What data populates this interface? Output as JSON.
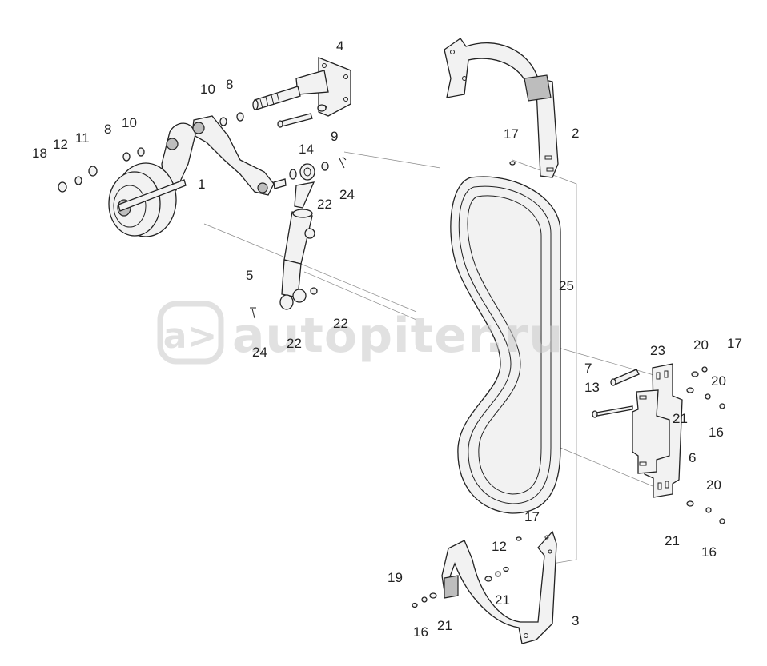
{
  "labels": {
    "l1": "1",
    "l2": "2",
    "l3": "3",
    "l4": "4",
    "l5": "5",
    "l6": "6",
    "l7": "7",
    "l8a": "8",
    "l8b": "8",
    "l9": "9",
    "l10a": "10",
    "l10b": "10",
    "l11": "11",
    "l12a": "12",
    "l12b": "12",
    "l13": "13",
    "l14": "14",
    "l16a": "16",
    "l16b": "16",
    "l16c": "16",
    "l17a": "17",
    "l17b": "17",
    "l17c": "17",
    "l18": "18",
    "l19": "19",
    "l20a": "20",
    "l20b": "20",
    "l20c": "20",
    "l21a": "21",
    "l21b": "21",
    "l21c": "21",
    "l21d": "21",
    "l22a": "22",
    "l22b": "22",
    "l22c": "22",
    "l23": "23",
    "l24a": "24",
    "l24b": "24",
    "l25": "25"
  },
  "watermark": {
    "text": "autopiter.ru",
    "mark": "a>"
  }
}
